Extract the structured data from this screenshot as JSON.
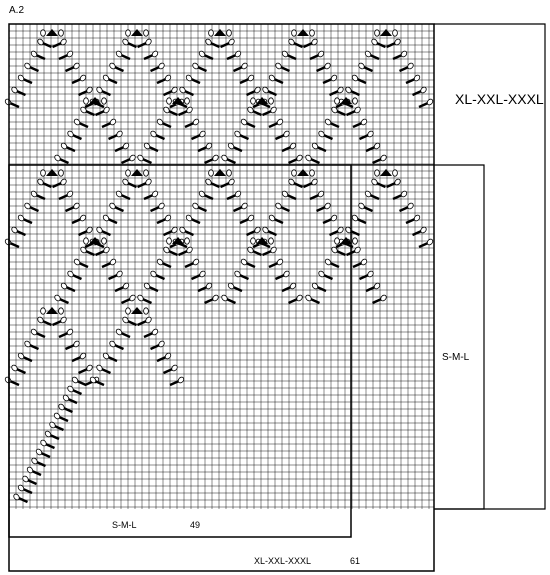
{
  "chart": {
    "title": "A.2",
    "label_large_top": "XL-XXL-XXXL",
    "label_small_side": "S-M-L",
    "bottom_small_label": "S-M-L",
    "bottom_small_count": "49",
    "bottom_large_label": "XL-XXL-XXXL",
    "bottom_large_count": "61"
  },
  "colors": {
    "grid_line": "#000000",
    "background": "#ffffff",
    "symbol_fill": "#000000"
  },
  "symbols": {
    "increase": "triangle-increase-icon",
    "decrease": "slash-decrease-icon",
    "yarn_over": "open-loop-icon"
  }
}
